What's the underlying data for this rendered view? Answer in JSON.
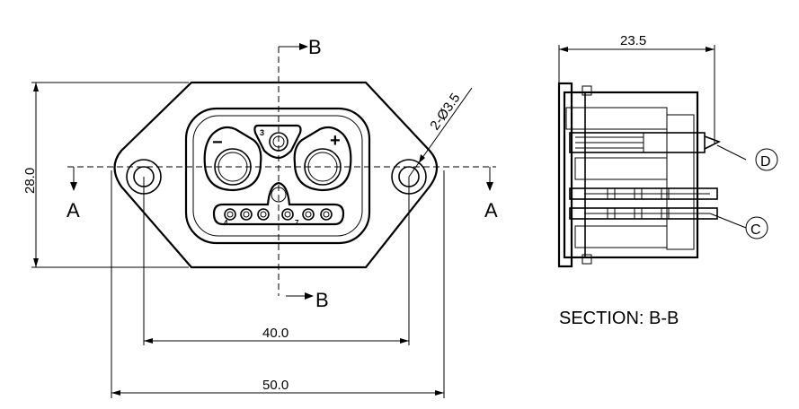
{
  "section_labels": {
    "b_top": "B",
    "b_bottom": "B",
    "a_left": "A",
    "a_right": "A"
  },
  "dimensions": {
    "height": "28.0",
    "hole_spacing": "40.0",
    "flange_width": "50.0",
    "hole_callout": "2-Ø3.5",
    "depth": "23.5"
  },
  "terminal_marks": {
    "negative": "−",
    "positive": "+",
    "pin3": "3",
    "pin4": "4",
    "pin7": "7"
  },
  "callouts": {
    "d": "D",
    "c": "C"
  },
  "section_title": "SECTION: B-B"
}
